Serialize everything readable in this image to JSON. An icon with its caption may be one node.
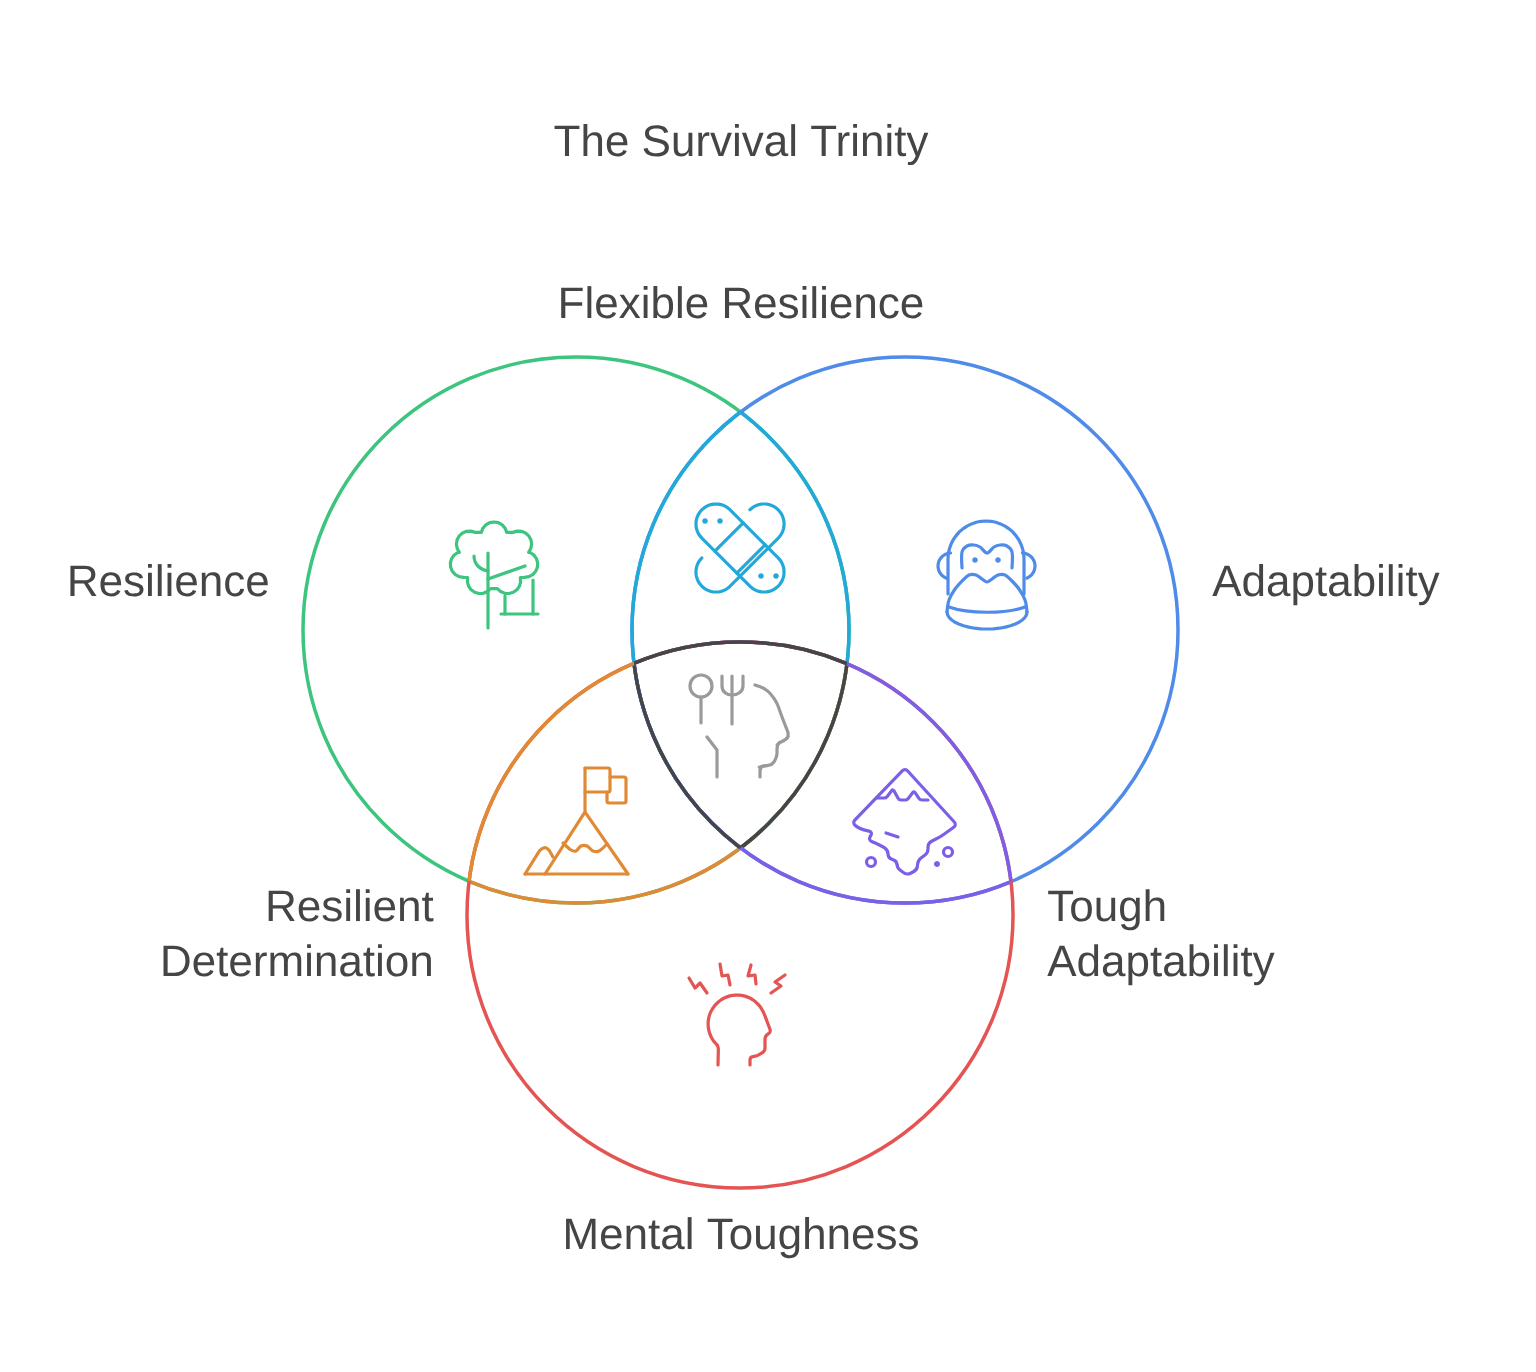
{
  "diagram": {
    "title": "The Survival Trinity",
    "nodes": [
      {
        "text": [
          "Resilience"
        ]
      },
      {
        "text": [
          "Adaptability"
        ]
      },
      {
        "text": [
          "Mental Toughness"
        ]
      }
    ],
    "labels": [
      "Flexible Resilience",
      "Resilient Determination",
      "Tough Adaptability"
    ]
  }
}
